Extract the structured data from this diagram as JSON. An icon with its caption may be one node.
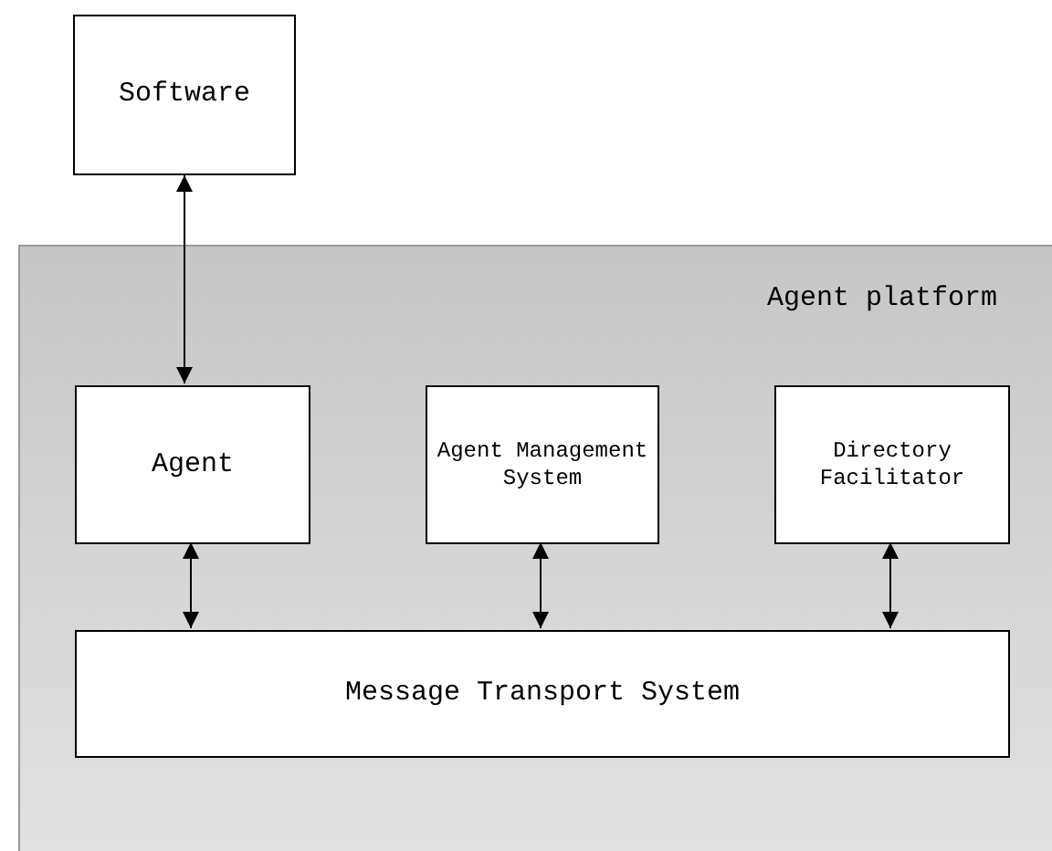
{
  "diagram": {
    "nodes": [
      {
        "text": [
          "Software"
        ]
      },
      {
        "text": [
          "Agent platform"
        ]
      },
      {
        "text": [
          "Agent"
        ],
        "in": 1
      },
      {
        "text": [
          "Agent Management System"
        ],
        "in": 1
      },
      {
        "text": [
          "Directory Facilitator"
        ],
        "in": 1
      },
      {
        "text": [
          "Message Transport System"
        ],
        "in": 1
      }
    ],
    "edges": [
      {
        "from": 0,
        "to": 2,
        "arrow": "both"
      },
      {
        "from": 2,
        "to": 5,
        "arrow": "both"
      },
      {
        "from": 3,
        "to": 5,
        "arrow": "both"
      },
      {
        "from": 4,
        "to": 5,
        "arrow": "both"
      }
    ]
  }
}
